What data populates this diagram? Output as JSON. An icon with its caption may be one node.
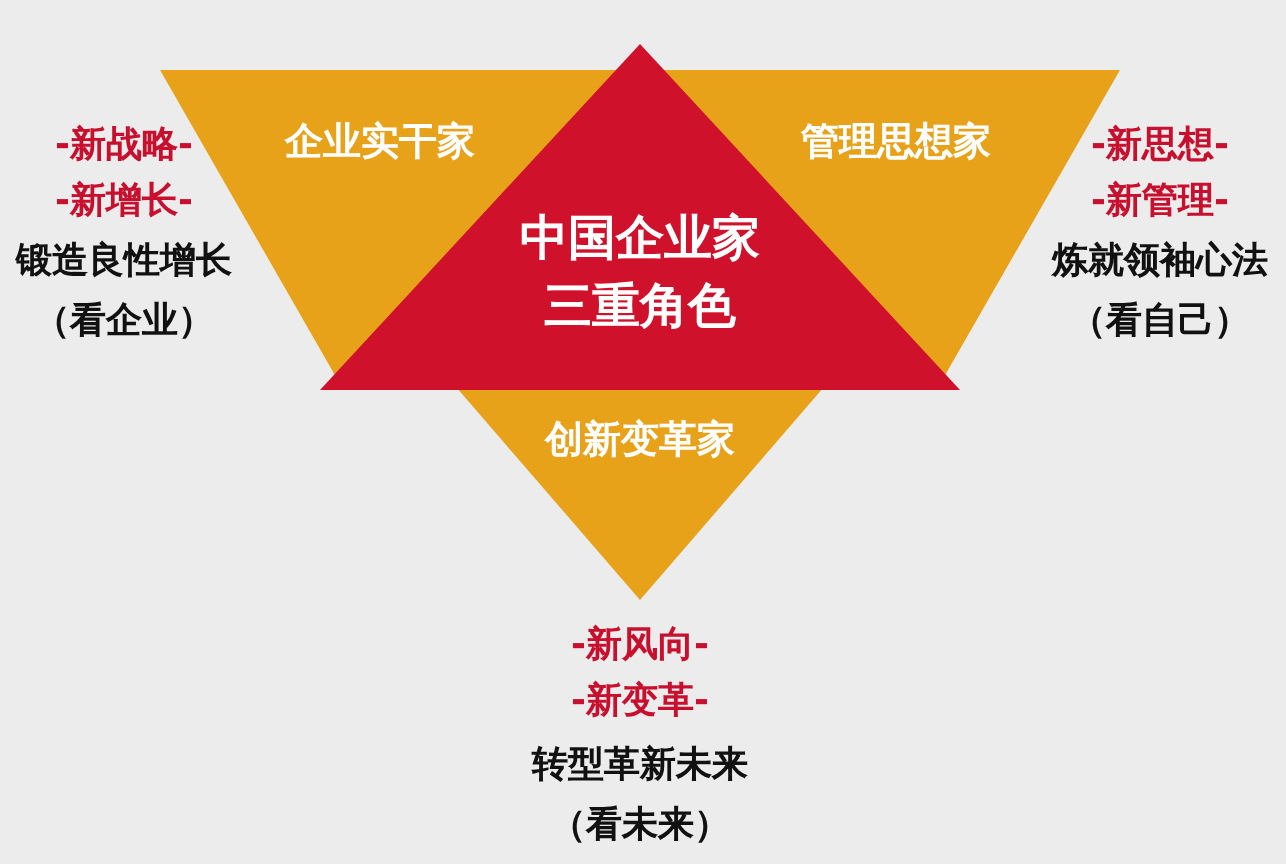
{
  "diagram": {
    "nodes": [
      {
        "text": [
          "中国企业家三重角色"
        ]
      },
      {
        "text": [
          "企业实干家"
        ],
        "beside": [
          "-新战略-",
          "-新增长-",
          "锻造良性增长",
          "（看企业）"
        ]
      },
      {
        "text": [
          "管理思想家"
        ],
        "beside": [
          "-新思想-",
          "-新管理-",
          "炼就领袖心法",
          "（看自己）"
        ]
      },
      {
        "text": [
          "创新变革家"
        ],
        "beside": [
          "-新风向-",
          "-新变革-",
          "转型革新未来",
          "（看未来）"
        ]
      }
    ]
  }
}
